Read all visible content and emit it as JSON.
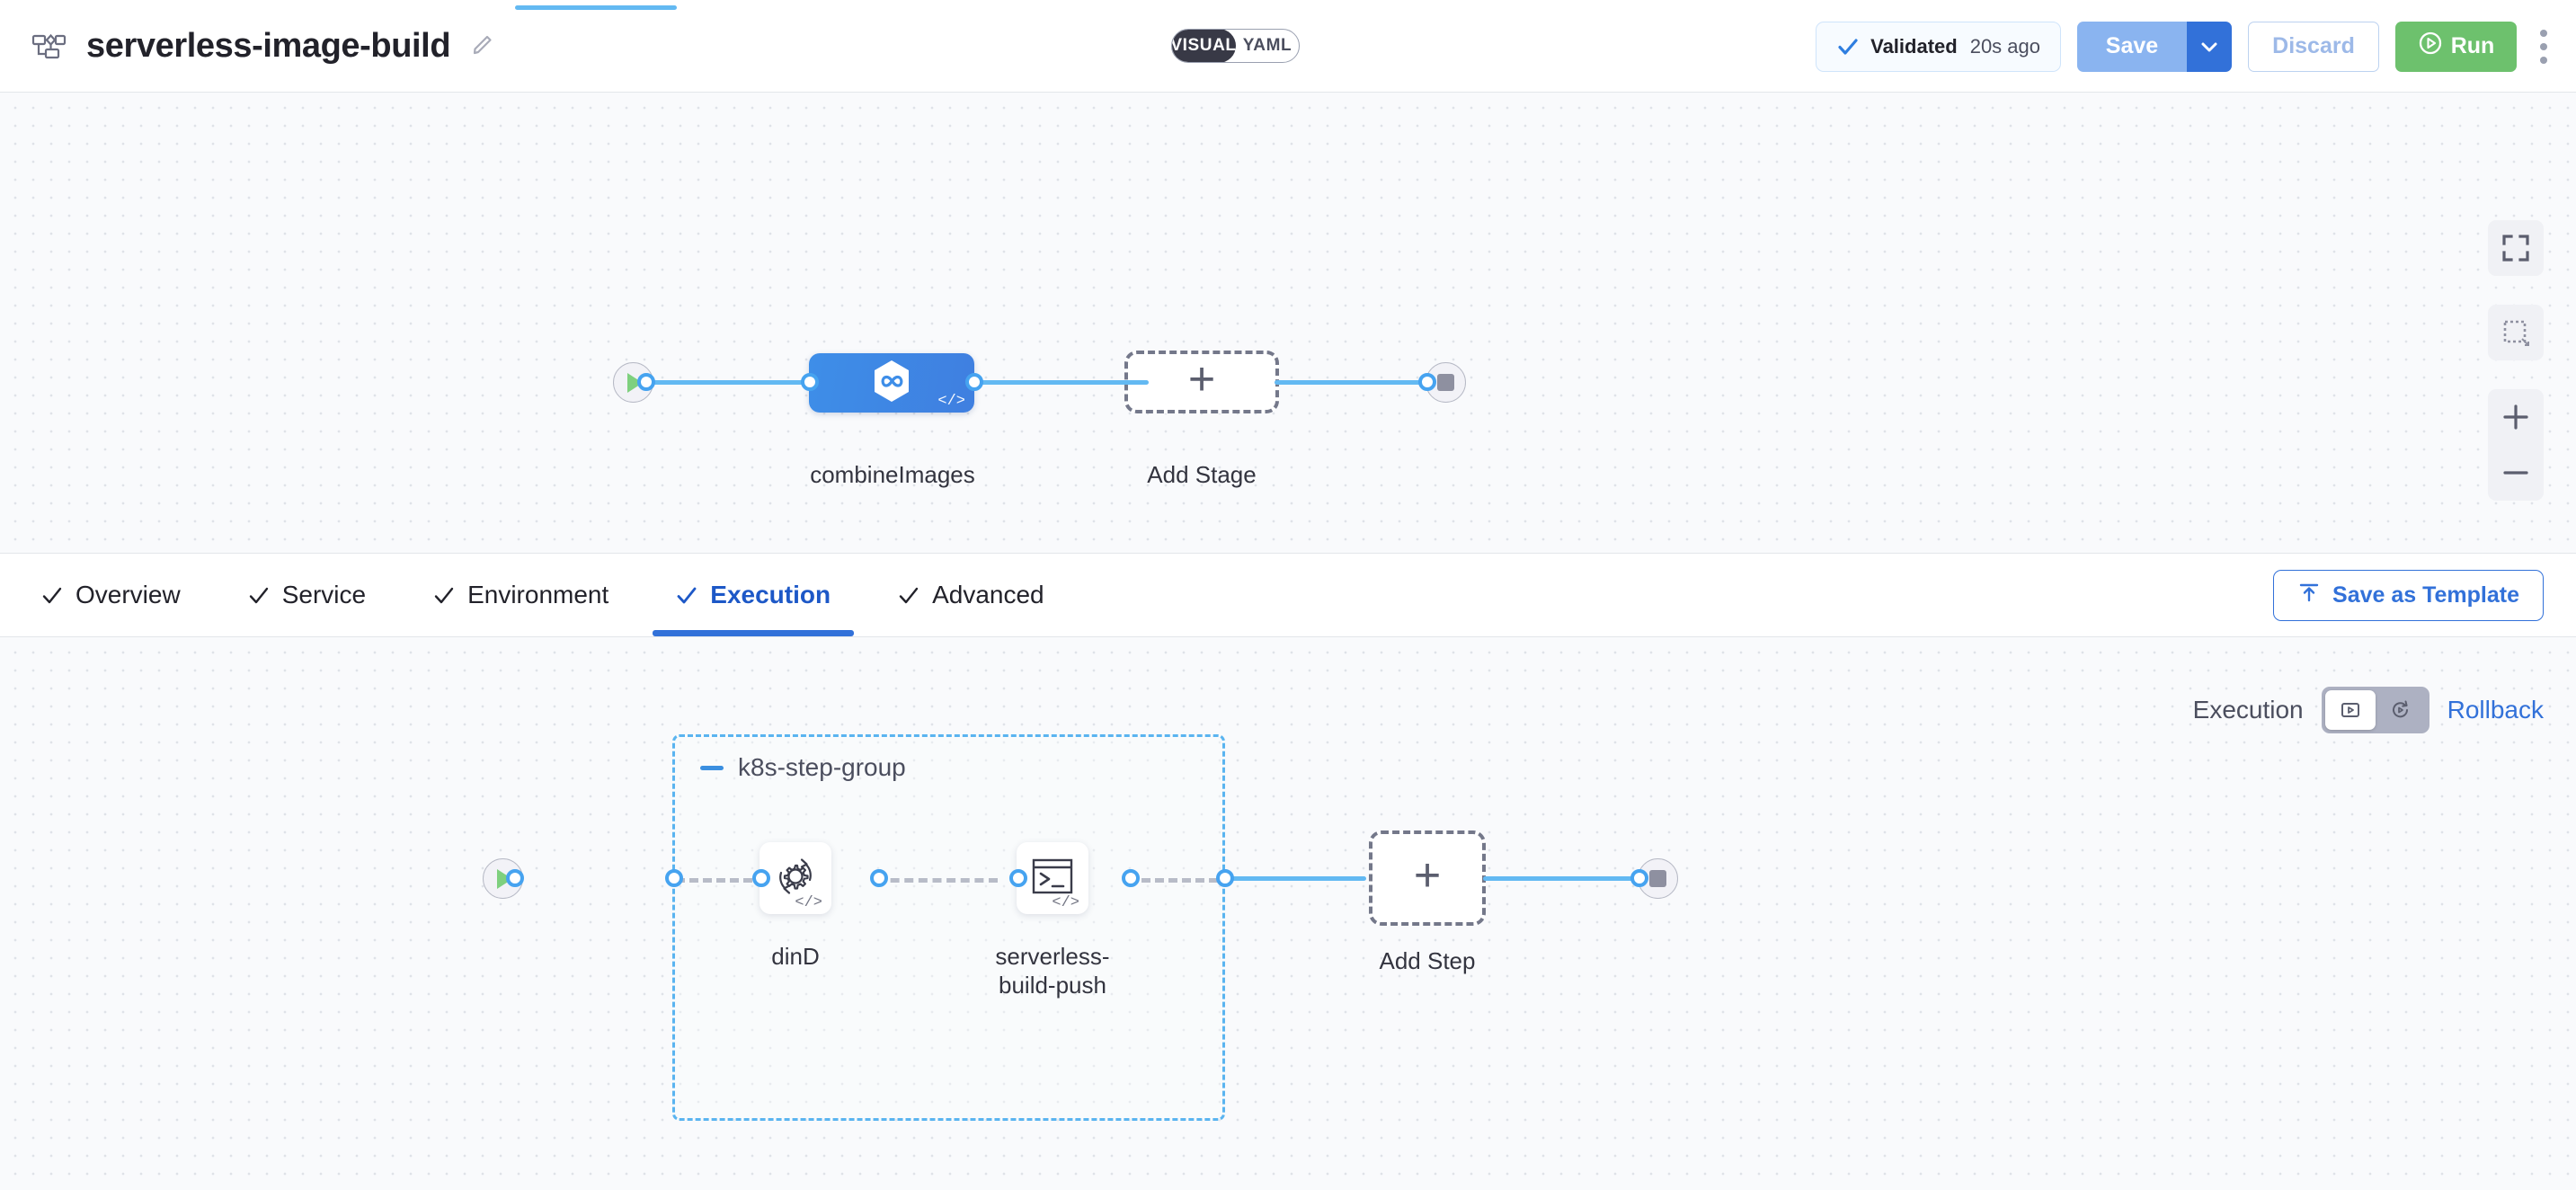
{
  "header": {
    "pipeline_icon": "pipeline-flow-icon",
    "title": "serverless-image-build",
    "edit_icon": "pencil-edit-icon",
    "mode_toggle": {
      "visual": "VISUAL",
      "yaml": "YAML",
      "selected": "VISUAL"
    },
    "validation": {
      "icon": "check-icon",
      "status": "Validated",
      "time": "20s ago"
    },
    "save_label": "Save",
    "save_caret_icon": "chevron-down-icon",
    "discard_label": "Discard",
    "run_label": "Run",
    "run_icon": "play-circle-icon",
    "more_icon": "kebab-menu-icon"
  },
  "colors": {
    "accent_blue": "#3271d9",
    "edge_blue": "#63b9f2",
    "stage_blue": "#3e8ee8",
    "run_green": "#6dc16d",
    "canvas_bg": "#f9fafc",
    "dash_gray": "#74788a"
  },
  "stage_canvas": {
    "start_node": {
      "icon": "play-triangle-icon"
    },
    "end_node": {
      "icon": "stop-square-icon"
    },
    "stages": [
      {
        "name": "combineImages",
        "icon": "harness-ci-hexagon-icon",
        "badge": "</>",
        "selected": true
      }
    ],
    "add_stage": {
      "label": "Add Stage",
      "icon": "plus-icon"
    },
    "controls": [
      {
        "name": "fit-to-screen",
        "icon": "fit-screen-icon"
      },
      {
        "name": "selection-box",
        "icon": "dashed-square-icon"
      },
      {
        "name": "zoom-in",
        "icon": "plus-icon"
      },
      {
        "name": "zoom-out",
        "icon": "minus-icon"
      }
    ]
  },
  "tabs": [
    {
      "label": "Overview",
      "icon": "check-icon",
      "active": false
    },
    {
      "label": "Service",
      "icon": "check-icon",
      "active": false
    },
    {
      "label": "Environment",
      "icon": "check-icon",
      "active": false
    },
    {
      "label": "Execution",
      "icon": "check-icon",
      "active": true
    },
    {
      "label": "Advanced",
      "icon": "check-icon",
      "active": false
    }
  ],
  "save_as_template": {
    "label": "Save as Template",
    "icon": "upload-template-icon"
  },
  "execution_canvas": {
    "mode_switch": {
      "execution_label": "Execution",
      "rollback_label": "Rollback",
      "execution_icon": "play-in-box-icon",
      "rollback_icon": "rotate-play-icon",
      "selected": "Execution"
    },
    "start_node": {
      "icon": "play-triangle-icon"
    },
    "end_node": {
      "icon": "stop-square-icon"
    },
    "step_group": {
      "title": "k8s-step-group",
      "collapse_icon": "minus-icon",
      "steps": [
        {
          "name": "dinD",
          "icon": "gear-rotate-icon",
          "badge": "</>"
        },
        {
          "name": "serverless-\nbuild-push",
          "line1": "serverless-",
          "line2": "build-push",
          "icon": "terminal-icon",
          "badge": "</>"
        }
      ]
    },
    "add_step": {
      "label": "Add Step",
      "icon": "plus-icon"
    }
  }
}
